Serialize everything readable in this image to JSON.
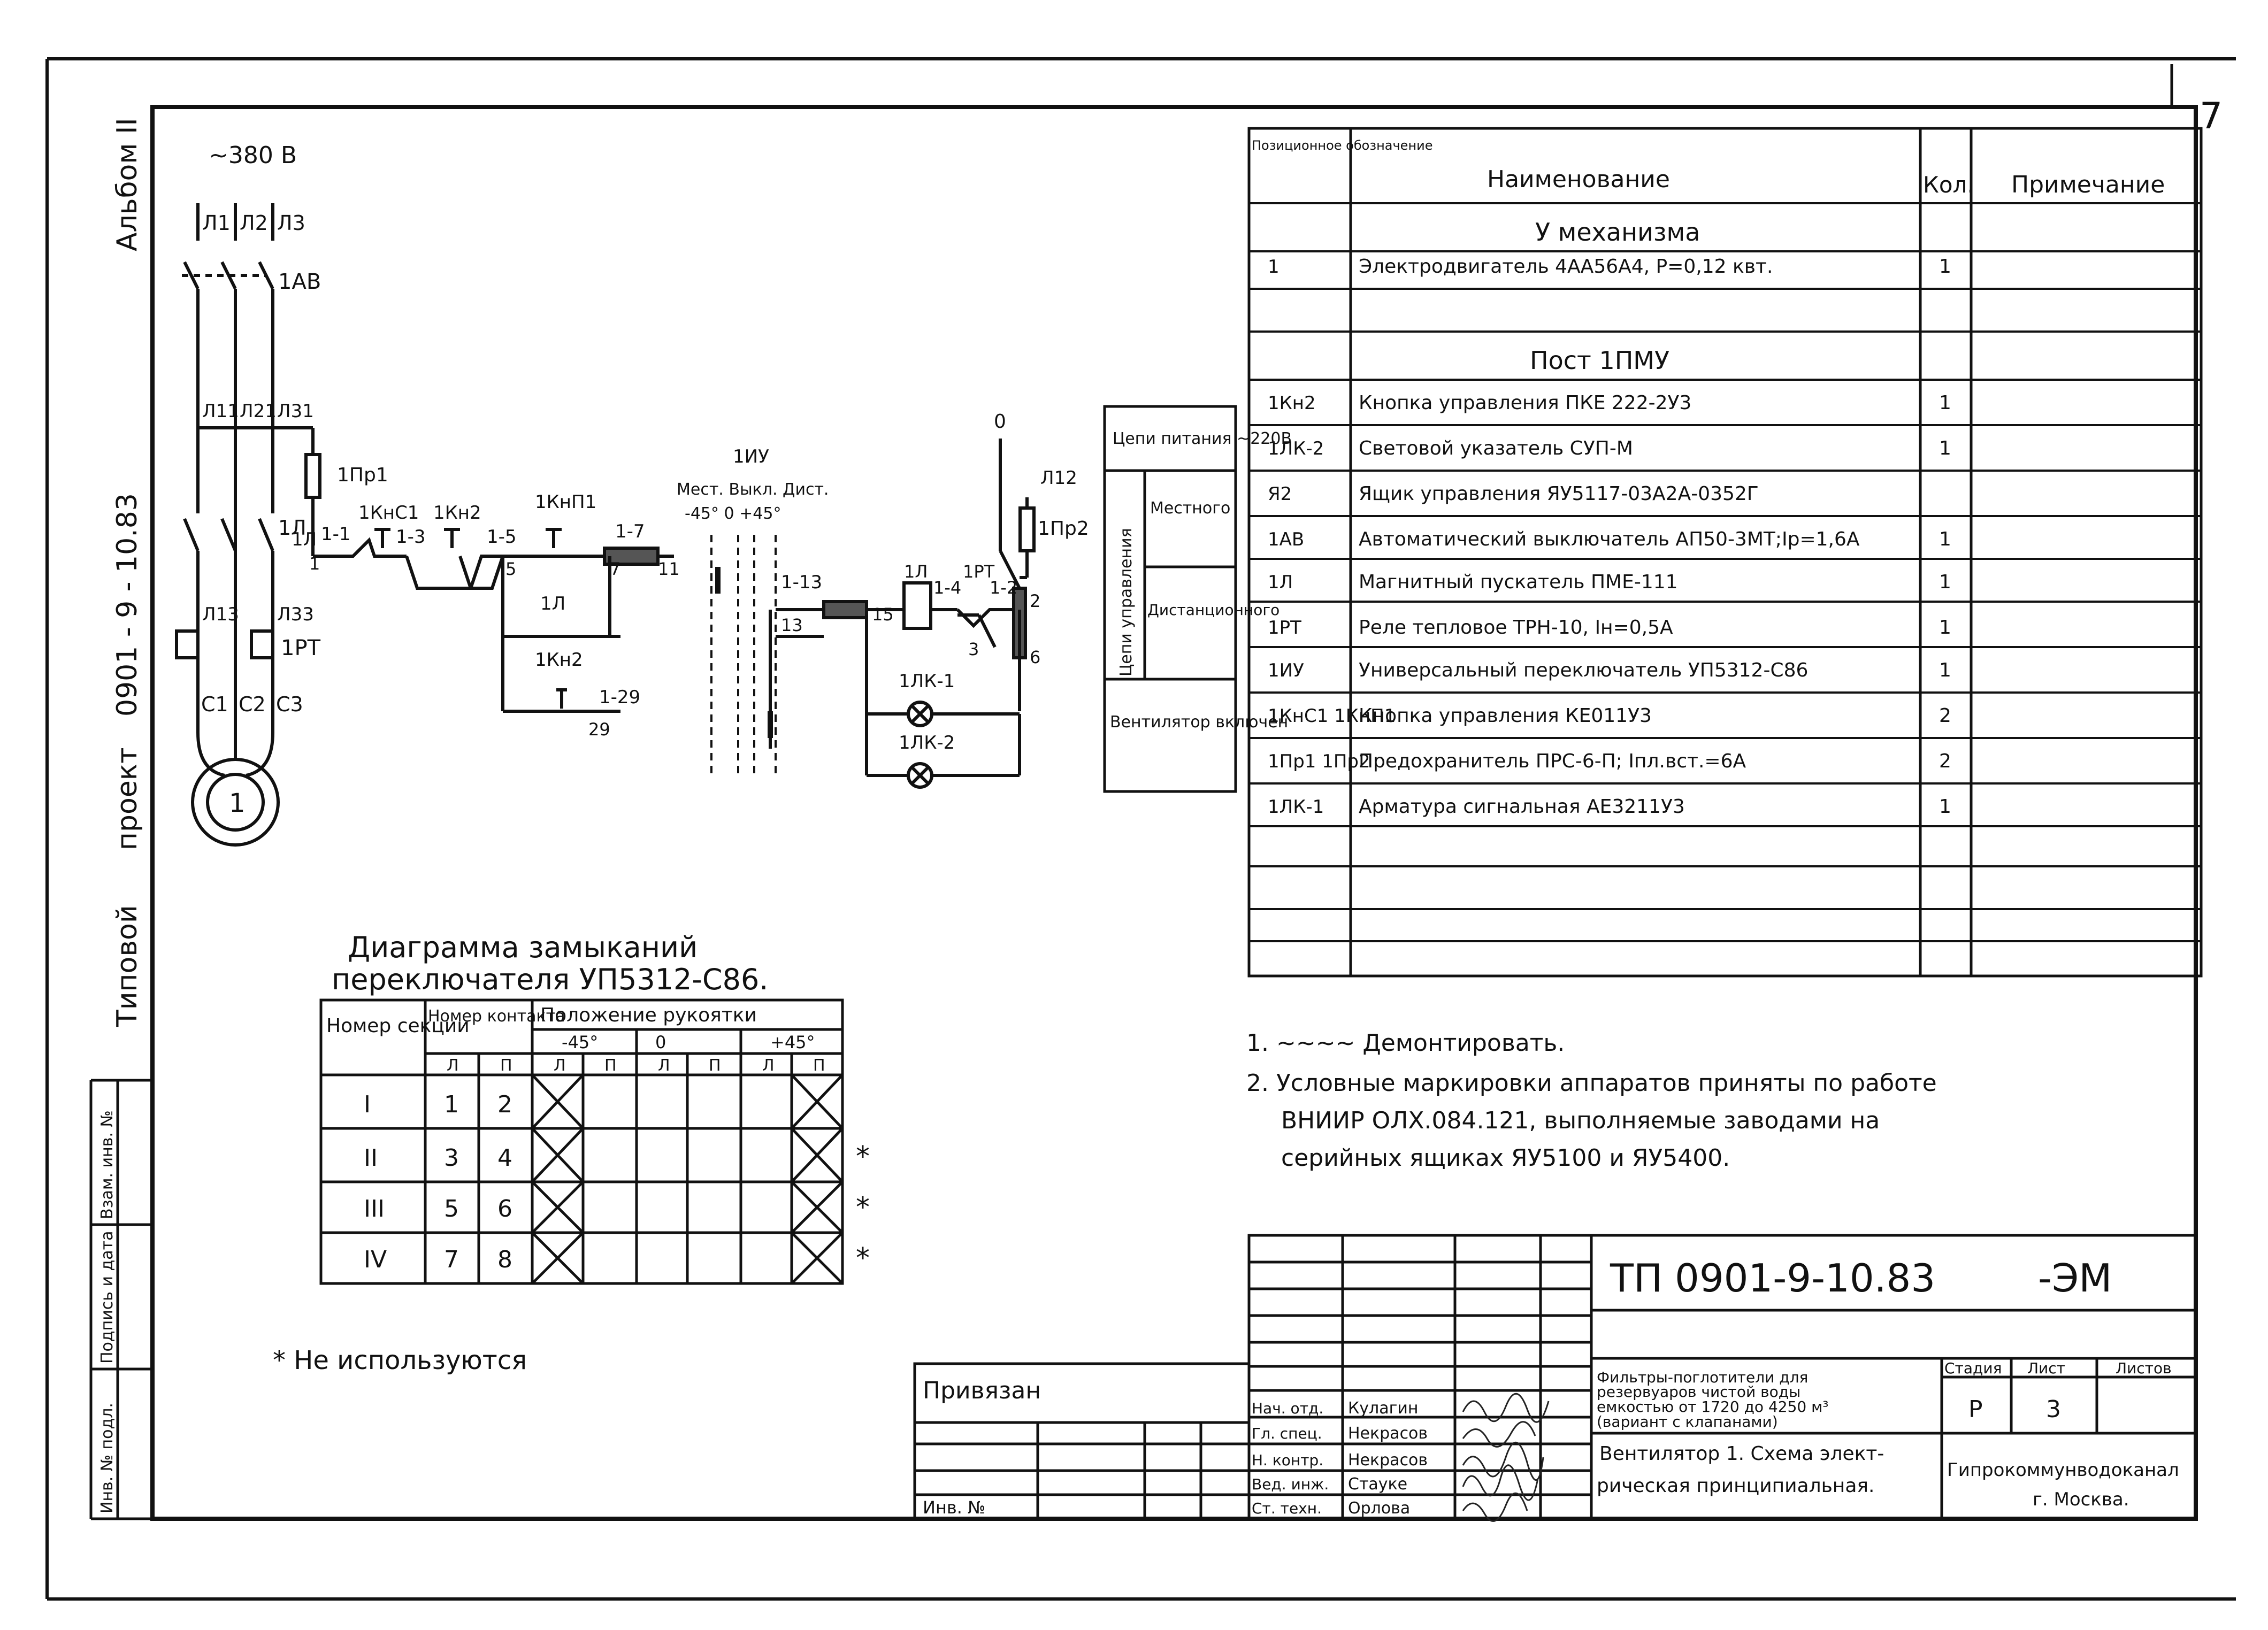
{
  "sheet_number": "7",
  "margin": {
    "album": "Альбом II",
    "project_type": "Типовой",
    "project_word": "проект",
    "project_code": "0901 - 9 - 10.83",
    "stamp_fields": [
      "Инв. № подл.",
      "Подпись и дата",
      "Взам. инв. №"
    ]
  },
  "schematic": {
    "supply": "~380 В",
    "phases": [
      "Л1",
      "Л2",
      "Л3"
    ],
    "breaker": "1АВ",
    "after_breaker": [
      "Л11",
      "Л21",
      "Л31"
    ],
    "fuse1": "1Пр1",
    "fuse2": "1Пр2",
    "contactor": "1Л",
    "thermal": "1РТ",
    "lower_wires": [
      "Л13",
      "Л33"
    ],
    "motor_terminals": [
      "С1",
      "С2",
      "С3"
    ],
    "motor_number": "1",
    "wire_labels": [
      "1Л",
      "1-1",
      "1КнС1",
      "1-3",
      "1Кн2",
      "1-5",
      "1КнП1",
      "1-7",
      "1Л",
      "1Кн2",
      "1-29",
      "1-13",
      "1-4",
      "1-2",
      "Л12",
      "0"
    ],
    "numbers": [
      "1",
      "5",
      "7",
      "11",
      "13",
      "15",
      "29",
      "2",
      "6",
      "3"
    ],
    "switch_label": "1ИУ",
    "switch_positions": "Мест. Выкл. Дист.",
    "switch_angles": "-45°  0  +45°",
    "lamp1": "1ЛК-1",
    "lamp2": "1ЛК-2",
    "relay_label": "1РТ",
    "relay_coil": "1Л",
    "zone_power": "Цепи питания ~220В",
    "zone_control": "Цепи управления",
    "zone_local": "Местного",
    "zone_remote": "Дистанционного",
    "zone_fan": "Вентилятор включен"
  },
  "spec_table": {
    "headers": [
      "Позиционное обозначение",
      "Наименование",
      "Кол.",
      "Примечание"
    ],
    "section1": "У механизма",
    "section2": "Пост 1ПМУ",
    "rows": [
      {
        "pos": "1",
        "name": "Электродвигатель 4АА56А4, Р=0,12 квт.",
        "qty": "1"
      },
      {
        "pos": "1Кн2",
        "name": "Кнопка управления ПКЕ 222-2У3",
        "qty": "1"
      },
      {
        "pos": "1ЛК-2",
        "name": "Световой указатель СУП-М",
        "qty": "1"
      },
      {
        "pos": "Я2",
        "name": "Ящик управления ЯУ5117-03А2А-0352Г",
        "qty": ""
      },
      {
        "pos": "1АВ",
        "name": "Автоматический выключатель АП50-3МТ;Iр=1,6А",
        "qty": "1"
      },
      {
        "pos": "1Л",
        "name": "Магнитный пускатель ПМЕ-111",
        "qty": "1"
      },
      {
        "pos": "1РТ",
        "name": "Реле тепловое ТРН-10, Iн=0,5А",
        "qty": "1"
      },
      {
        "pos": "1ИУ",
        "name": "Универсальный переключатель УП5312-С86",
        "qty": "1"
      },
      {
        "pos": "1КнС1 1КнП1",
        "name": "Кнопка управления КЕ011У3",
        "qty": "2"
      },
      {
        "pos": "1Пр1 1Пр2",
        "name": "Предохранитель ПРС-6-П; Iпл.вст.=6А",
        "qty": "2"
      },
      {
        "pos": "1ЛК-1",
        "name": "Арматура сигнальная АЕ3211У3",
        "qty": "1"
      }
    ]
  },
  "diagram": {
    "title1": "Диаграмма замыканий",
    "title2": "переключателя УП5312-С86.",
    "h_section": "Номер секции",
    "h_contact": "Номер контакта",
    "h_position": "Положение рукоятки",
    "angles": [
      "-45°",
      "0",
      "+45°"
    ],
    "lp": [
      "Л",
      "П",
      "Л",
      "П",
      "Л",
      "П",
      "Л",
      "П"
    ],
    "rows": [
      {
        "sec": "I",
        "c1": "1",
        "c2": "2",
        "star": ""
      },
      {
        "sec": "II",
        "c1": "3",
        "c2": "4",
        "star": "*"
      },
      {
        "sec": "III",
        "c1": "5",
        "c2": "6",
        "star": "*"
      },
      {
        "sec": "IV",
        "c1": "7",
        "c2": "8",
        "star": "*"
      }
    ],
    "footnote": "* Не используются"
  },
  "notes": [
    "1. ~~~~ Демонтировать.",
    "2. Условные маркировки аппаратов приняты по работе",
    "ВНИИР ОЛХ.084.121, выполняемые заводами на",
    "серийных ящиках ЯУ5100 и ЯУ5400."
  ],
  "title_block": {
    "code": "ТП 0901-9-10.83",
    "suffix": "-ЭМ",
    "bound": "Привязан",
    "inv": "Инв. №",
    "roles": [
      "Нач. отд.",
      "Гл. спец.",
      "Н. контр.",
      "Вед. инж.",
      "Ст. техн."
    ],
    "names": [
      "Кулагин",
      "Некрасов",
      "Некрасов",
      "Стауке",
      "Орлова"
    ],
    "desc1": "Фильтры-поглотители для",
    "desc2": "резервуаров чистой воды",
    "desc3": "емкостью от 1720 до 4250 м³",
    "desc4": "(вариант с клапанами)",
    "drawing1": "Вентилятор 1. Схема элект-",
    "drawing2": "рическая принципиальная.",
    "stage_h": "Стадия",
    "sheet_h": "Лист",
    "sheets_h": "Листов",
    "stage": "Р",
    "sheet": "3",
    "org1": "Гипрокоммунводоканал",
    "org2": "г. Москва."
  }
}
